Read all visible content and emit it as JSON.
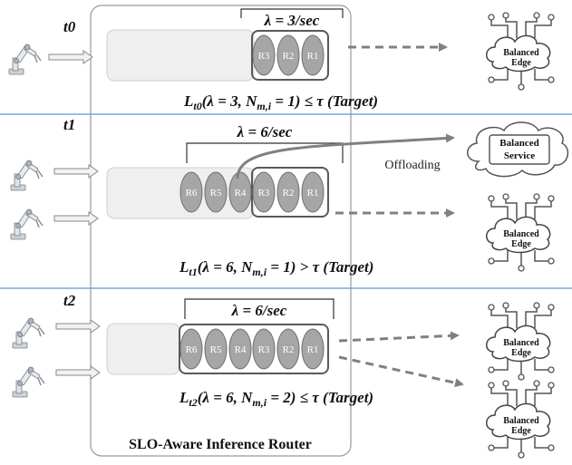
{
  "router": {
    "title": "SLO-Aware Inference Router"
  },
  "stages": [
    {
      "time": "t0",
      "rate": "λ = 3/sec",
      "requests": [
        "R3",
        "R2",
        "R1"
      ],
      "latency": "L_t0(λ = 3, N_m,i = 1) ≤ τ (Target)",
      "latency_parts": {
        "sub": "t0",
        "args": "(λ = 3, N",
        "sub2": "m,i",
        "rest": " = 1) ≤ τ (Target)"
      },
      "targets": [
        {
          "kind": "edge",
          "label_1": "Balanced",
          "label_2": "Edge"
        }
      ]
    },
    {
      "time": "t1",
      "rate": "λ = 6/sec",
      "requests": [
        "R6",
        "R5",
        "R4",
        "R3",
        "R2",
        "R1"
      ],
      "latency": "L_t1(λ = 6, N_m,i = 1) > τ (Target)",
      "latency_parts": {
        "sub": "t1",
        "args": "(λ = 6, N",
        "sub2": "m,i",
        "rest": " = 1) > τ (Target)"
      },
      "offload_label": "Offloading",
      "targets": [
        {
          "kind": "service",
          "label_1": "Balanced",
          "label_2": "Service"
        },
        {
          "kind": "edge",
          "label_1": "Balanced",
          "label_2": "Edge"
        }
      ]
    },
    {
      "time": "t2",
      "rate": "λ = 6/sec",
      "requests": [
        "R6",
        "R5",
        "R4",
        "R3",
        "R2",
        "R1"
      ],
      "latency": "L_t2(λ = 6, N_m,i = 2) ≤ τ (Target)",
      "latency_parts": {
        "sub": "t2",
        "args": "(λ = 6, N",
        "sub2": "m,i",
        "rest": " = 2) ≤ τ (Target)"
      },
      "targets": [
        {
          "kind": "edge",
          "label_1": "Balanced",
          "label_2": "Edge"
        },
        {
          "kind": "edge",
          "label_1": "Balanced",
          "label_2": "Edge"
        }
      ]
    }
  ],
  "colors": {
    "separator": "#5b9bd5",
    "request_fill": "#a6a6a6",
    "queue_fill": "#efefef",
    "arrow": "#808080"
  },
  "icons": [
    "robot-arm-icon",
    "edge-network-icon",
    "cloud-icon"
  ]
}
